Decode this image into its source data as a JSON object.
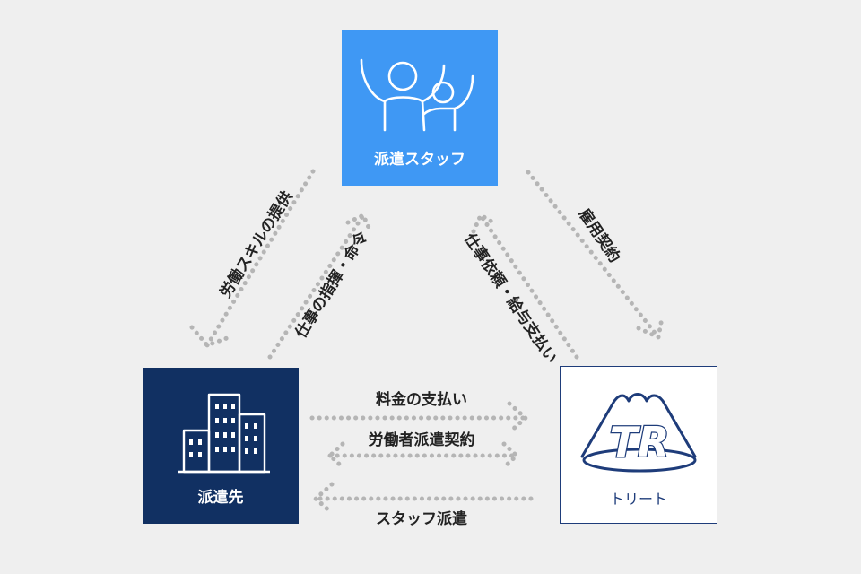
{
  "nodes": {
    "staff": {
      "label": "派遣スタッフ",
      "icon": "people-cheering-icon"
    },
    "client": {
      "label": "派遣先",
      "icon": "buildings-icon"
    },
    "treat": {
      "label": "トリート",
      "icon": "tr-mountain-logo-icon",
      "logo_text": "TR"
    }
  },
  "flows": {
    "labor_skill": "労働スキルの提供",
    "instruction": "仕事の指揮・命令",
    "job_request": "仕事依頼・給与支払い",
    "employment": "雇用契約",
    "fee_payment": "料金の支払い",
    "dispatch_contract": "労働者派遣契約",
    "staff_dispatch": "スタッフ派遣"
  },
  "colors": {
    "background": "#efefef",
    "staff_box": "#3f98f4",
    "client_box": "#113062",
    "treat_border": "#1e3c7a",
    "arrow_dots": "#b5b5b5"
  }
}
